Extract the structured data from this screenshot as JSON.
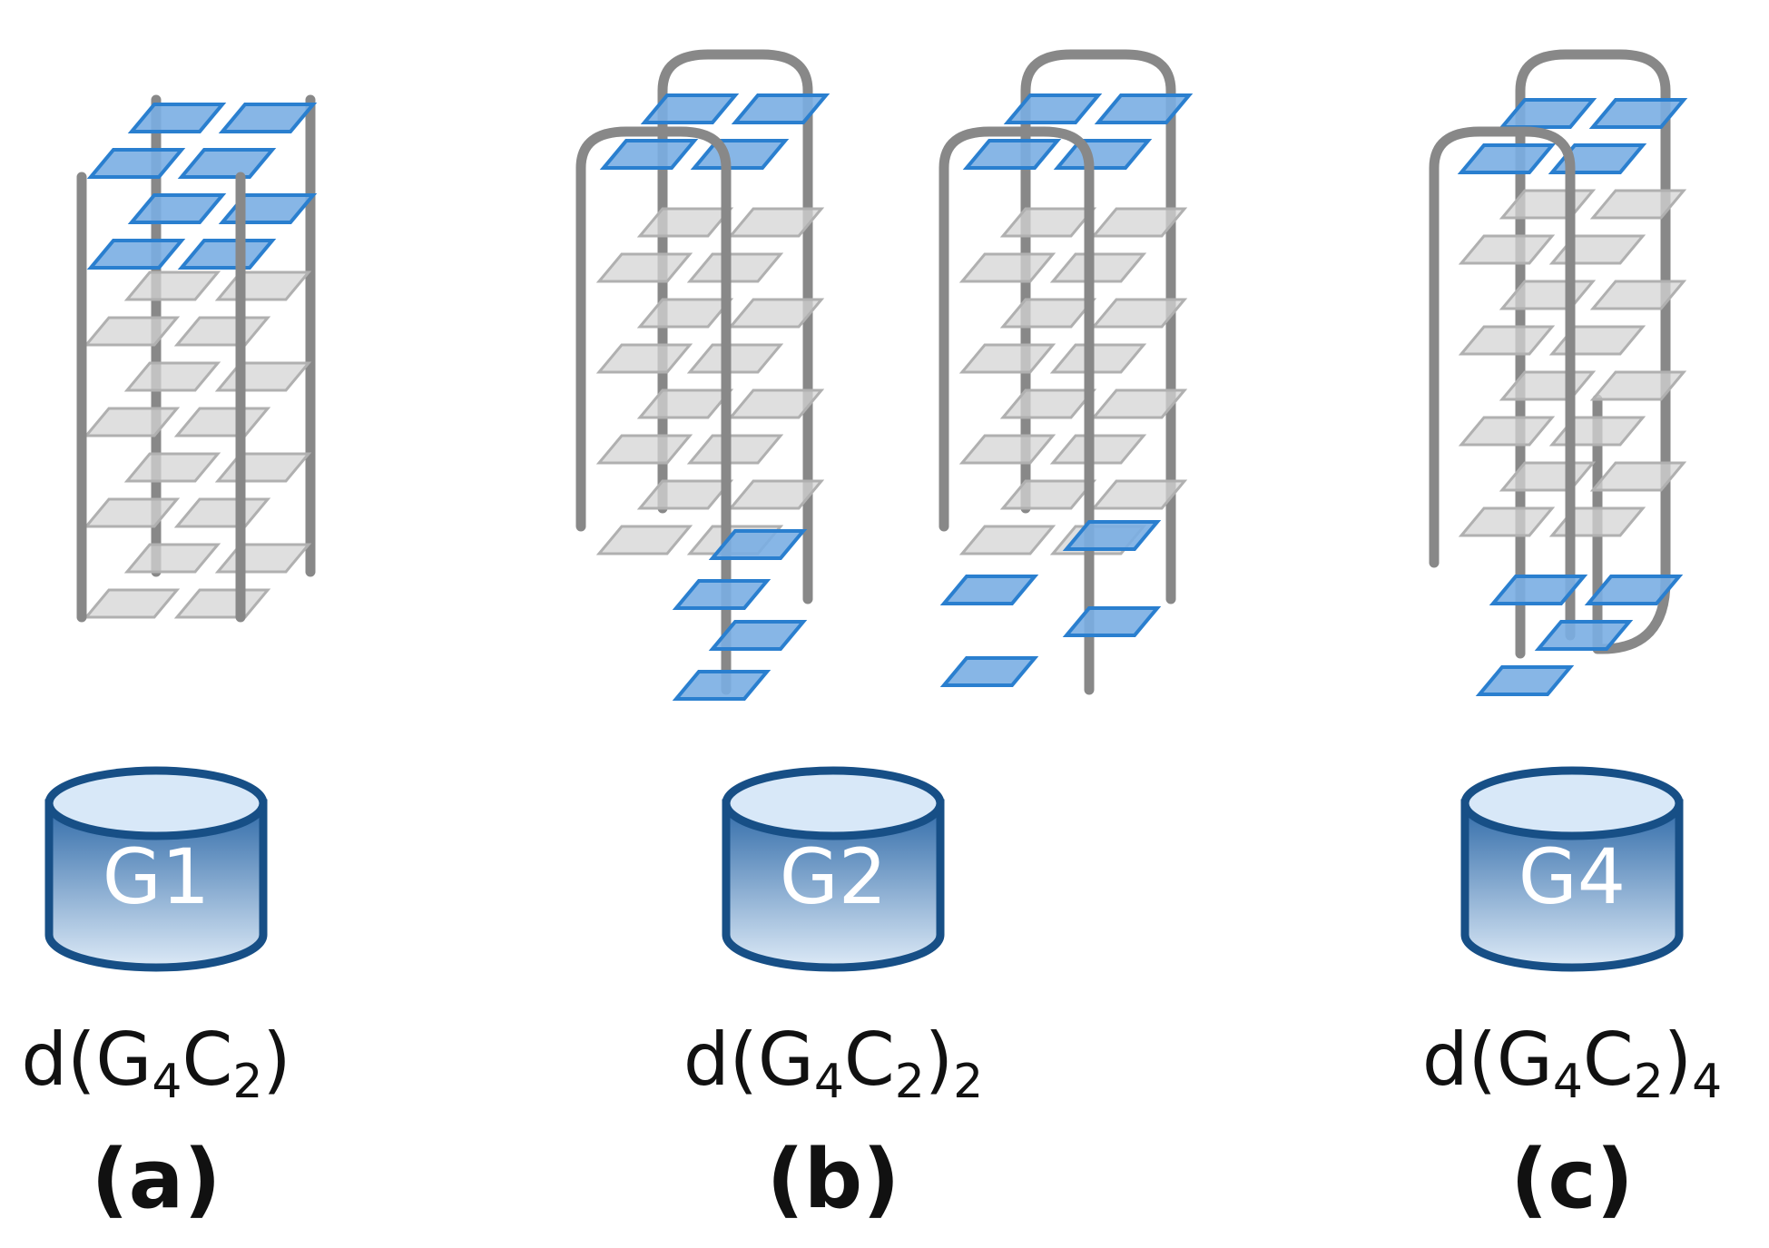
{
  "colors": {
    "strand": "#888888",
    "gray_tetrad_fill": "#d4d4d4",
    "gray_tetrad_stroke": "#b0b0b0",
    "blue_tetrad_fill": "#7aaee3",
    "blue_tetrad_stroke": "#2a7fcf",
    "can_top": "#d8e8f8",
    "can_body_dark": "#2f6aa8",
    "can_body_light": "#ddeaf7",
    "can_outline": "#174f86"
  },
  "panels": [
    {
      "id": "a",
      "can_label": "G1",
      "formula": {
        "prefix": "d(G",
        "sub1": "4",
        "mid": "C",
        "sub2": "2",
        "suffix": ")",
        "sub3": ""
      },
      "panel_label": "(a)"
    },
    {
      "id": "b",
      "can_label": "G2",
      "formula": {
        "prefix": "d(G",
        "sub1": "4",
        "mid": "C",
        "sub2": "2",
        "suffix": ")",
        "sub3": "2"
      },
      "panel_label": "(b)"
    },
    {
      "id": "c",
      "can_label": "G4",
      "formula": {
        "prefix": "d(G",
        "sub1": "4",
        "mid": "C",
        "sub2": "2",
        "suffix": ")",
        "sub3": "4"
      },
      "panel_label": "(c)"
    }
  ]
}
